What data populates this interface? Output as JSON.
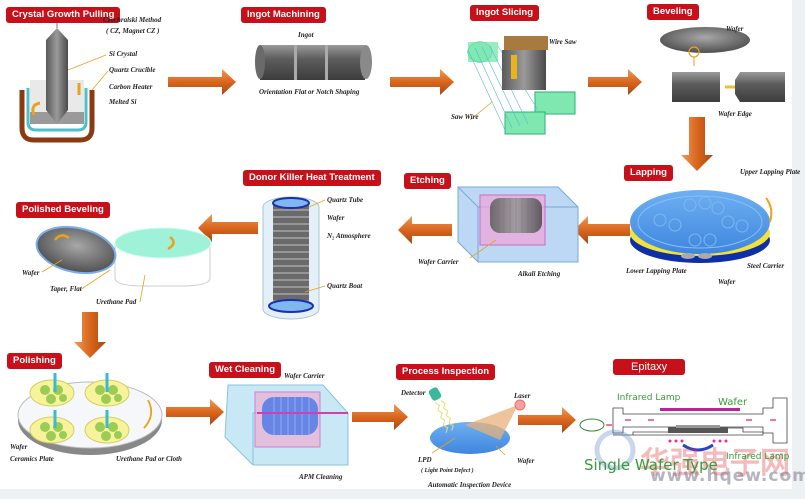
{
  "steps": [
    {
      "id": "crystal-growth",
      "label": "Crystal Growth Pulling",
      "notes": [
        "Czochralski Method",
        "( CZ, Magnet CZ )",
        "Si Crystal",
        "Quartz Crucible",
        "Carbon Heater",
        "Melted Si"
      ]
    },
    {
      "id": "ingot-machining",
      "label": "Ingot Machining",
      "notes": [
        "Ingot",
        "Orientation Flat or Notch Shaping"
      ]
    },
    {
      "id": "ingot-slicing",
      "label": "Ingot Slicing",
      "notes": [
        "Wire Saw",
        "Saw Wire"
      ]
    },
    {
      "id": "beveling",
      "label": "Beveling",
      "notes": [
        "Wafer",
        "Wafer Edge"
      ]
    },
    {
      "id": "lapping",
      "label": "Lapping",
      "notes": [
        "Upper Lapping Plate",
        "Lower Lapping Plate",
        "Steel Carrier",
        "Wafer"
      ]
    },
    {
      "id": "etching",
      "label": "Etching",
      "notes": [
        "Wafer Carrier",
        "Alkali Etching"
      ]
    },
    {
      "id": "donor-killer",
      "label": "Donor Killer Heat Treatment",
      "notes": [
        "Quartz Tube",
        "Wafer",
        "N₂ Atmosphere",
        "Quartz Boat"
      ]
    },
    {
      "id": "polished-beveling",
      "label": "Polished Beveling",
      "notes": [
        "Wafer",
        "Taper, Flat",
        "Urethane Pad"
      ]
    },
    {
      "id": "polishing",
      "label": "Polishing",
      "notes": [
        "Wafer",
        "Ceramics Plate",
        "Urethane Pad or Cloth"
      ]
    },
    {
      "id": "wet-cleaning",
      "label": "Wet Cleaning",
      "notes": [
        "Wafer Carrier",
        "APM Cleaning"
      ]
    },
    {
      "id": "process-inspection",
      "label": "Process Inspection",
      "notes": [
        "Detector",
        "Laser",
        "LPD",
        "( Light Point Defect )",
        "Wafer",
        "Automatic Inspection Device"
      ]
    },
    {
      "id": "epitaxy",
      "label": "Epitaxy",
      "notes": [
        "Infrared Lamp",
        "Wafer",
        "Infrared Lamp",
        "Single Wafer Type"
      ]
    }
  ],
  "watermark": {
    "text": "www.hqew.com",
    "cn": "华强电子网"
  },
  "colors": {
    "label_bg": "#c8101a",
    "arrow": "#d9661e",
    "frame": "#eef1f4"
  }
}
